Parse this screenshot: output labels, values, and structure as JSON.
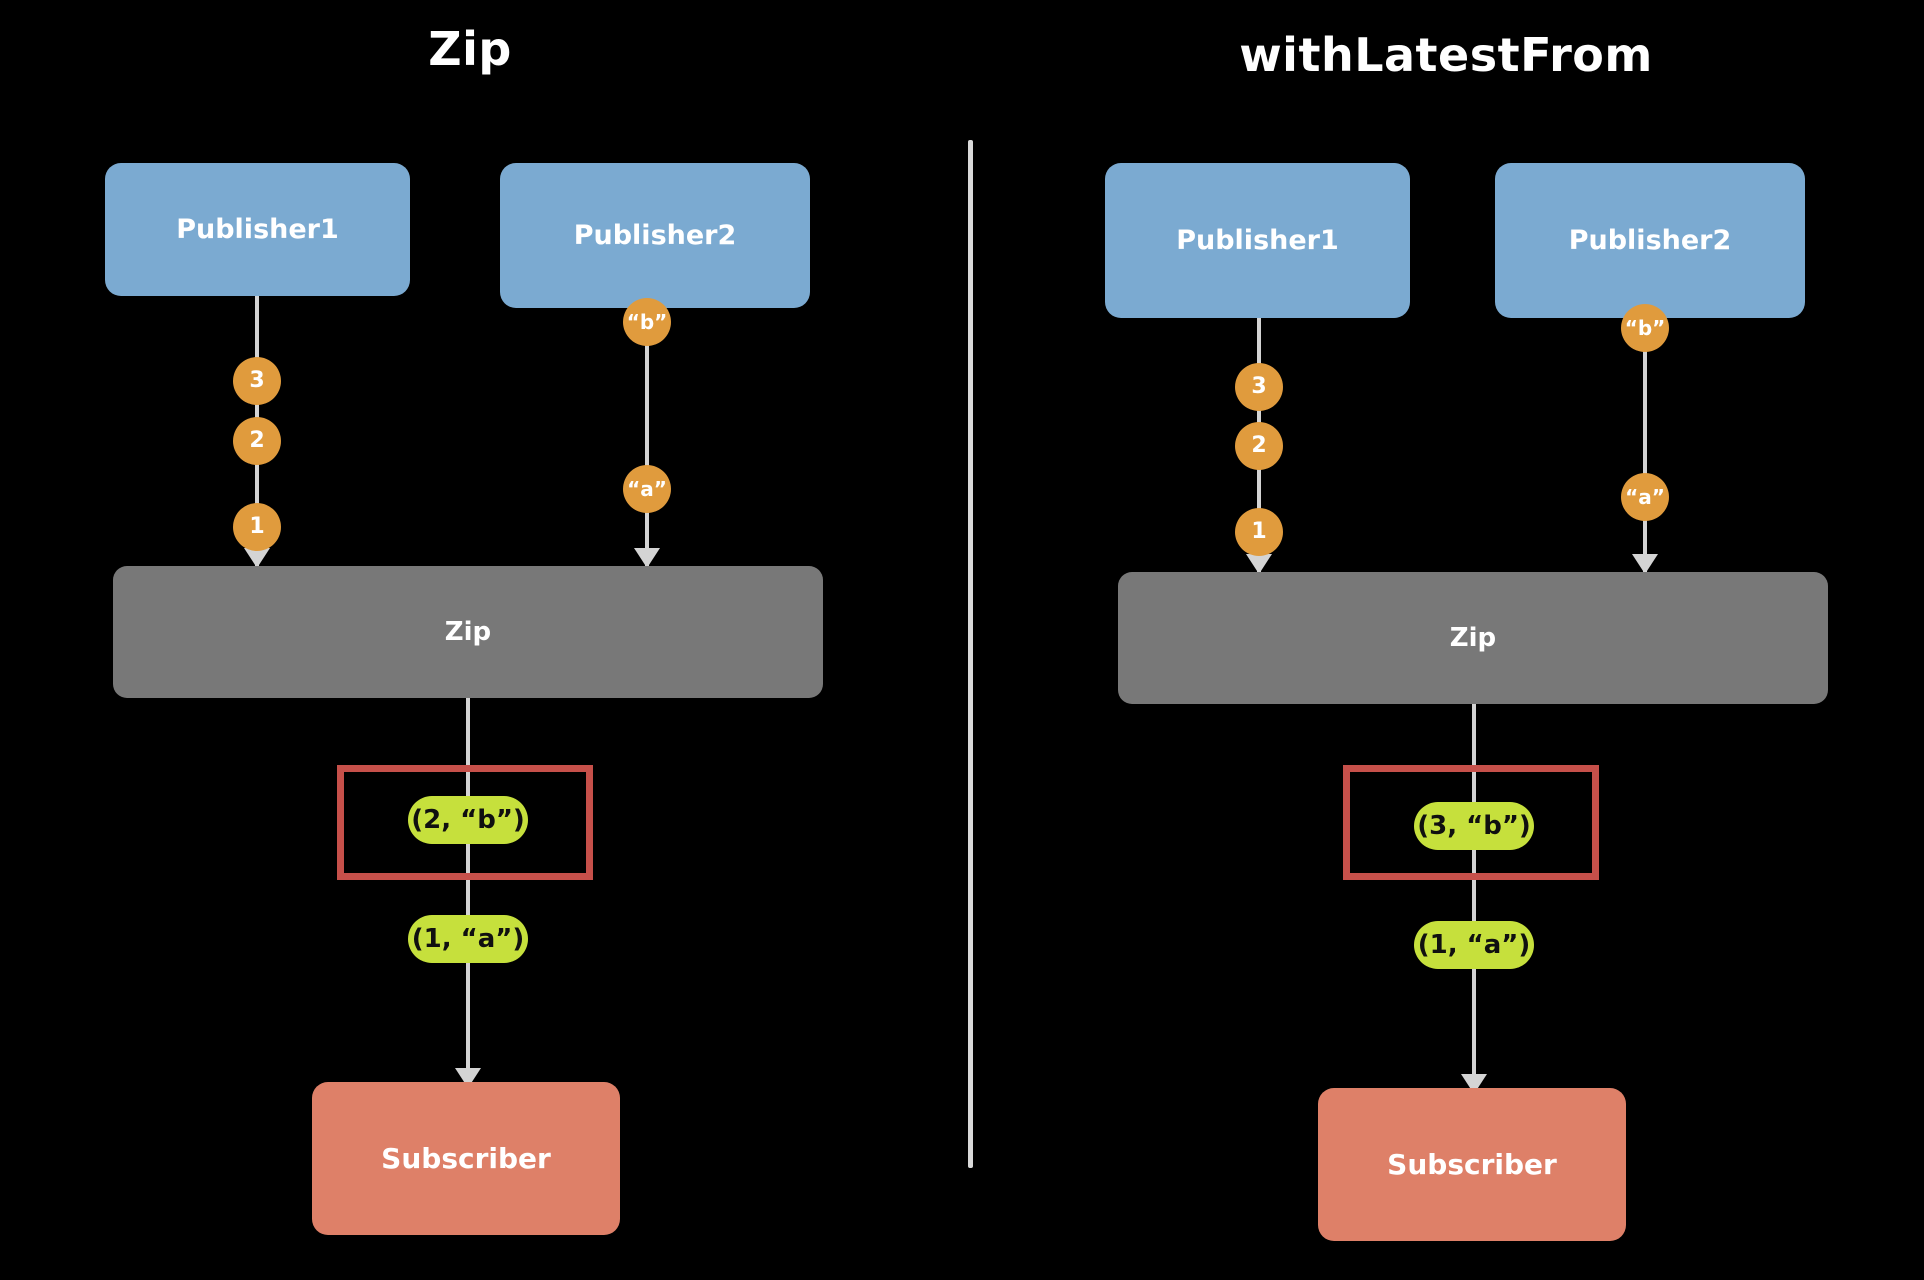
{
  "background_color": "#000000",
  "colors": {
    "publisher": "#7BAAD1",
    "operator": "#787878",
    "subscriber": "#DE8068",
    "token": "#E09B3D",
    "pill": "#C6E03C",
    "highlight": "#C6504A",
    "connector": "#d4d4d4",
    "divider": "#d9d9d9",
    "title_text": "#ffffff"
  },
  "panels": [
    {
      "id": "zip",
      "title": "Zip",
      "publisher1_label": "Publisher1",
      "publisher2_label": "Publisher2",
      "operator_label": "Zip",
      "subscriber_label": "Subscriber",
      "publisher1_tokens": [
        "3",
        "2",
        "1"
      ],
      "publisher2_tokens": [
        "“b”",
        "“a”"
      ],
      "output_pills": [
        "(2, “b”)",
        "(1, “a”)"
      ],
      "highlighted_pill": "(2, “b”)"
    },
    {
      "id": "withlatestfrom",
      "title": "withLatestFrom",
      "publisher1_label": "Publisher1",
      "publisher2_label": "Publisher2",
      "operator_label": "Zip",
      "subscriber_label": "Subscriber",
      "publisher1_tokens": [
        "3",
        "2",
        "1"
      ],
      "publisher2_tokens": [
        "“b”",
        "“a”"
      ],
      "output_pills": [
        "(3, “b”)",
        "(1, “a”)"
      ],
      "highlighted_pill": "(3, “b”)"
    }
  ]
}
